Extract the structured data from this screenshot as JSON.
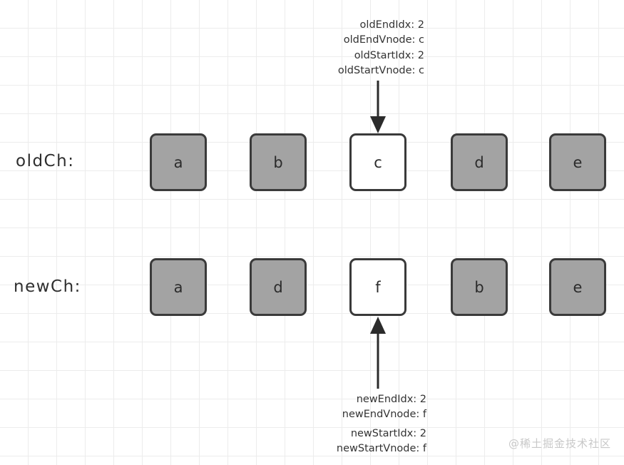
{
  "diagram": {
    "title": "Vue virtual DOM diff — oldCh / newCh index pointers",
    "watermark": "@稀土掘金技术社区",
    "colors": {
      "grid_line": "#ececec",
      "box_gray": "#a3a3a3",
      "box_white": "#ffffff",
      "box_border": "#3a3a3a",
      "text": "#333333",
      "arrow": "#2b2b2b",
      "watermark": "#c8c8c8"
    }
  },
  "rows": [
    {
      "label": "oldCh:",
      "nodes": [
        {
          "value": "a",
          "fill": "gray"
        },
        {
          "value": "b",
          "fill": "gray"
        },
        {
          "value": "c",
          "fill": "white"
        },
        {
          "value": "d",
          "fill": "gray"
        },
        {
          "value": "e",
          "fill": "gray"
        }
      ]
    },
    {
      "label": "newCh:",
      "nodes": [
        {
          "value": "a",
          "fill": "gray"
        },
        {
          "value": "d",
          "fill": "gray"
        },
        {
          "value": "f",
          "fill": "white"
        },
        {
          "value": "b",
          "fill": "gray"
        },
        {
          "value": "e",
          "fill": "gray"
        }
      ]
    }
  ],
  "annotations": {
    "old_end": {
      "line1": "oldEndIdx:  2",
      "line2": "oldEndVnode:  c"
    },
    "old_start": {
      "line1": "oldStartIdx:  2",
      "line2": "oldStartVnode:  c"
    },
    "new_end": {
      "line1": "newEndIdx:  2",
      "line2": "newEndVnode:  f"
    },
    "new_start": {
      "line1": "newStartIdx:  2",
      "line2": "newStartVnode:  f"
    }
  }
}
